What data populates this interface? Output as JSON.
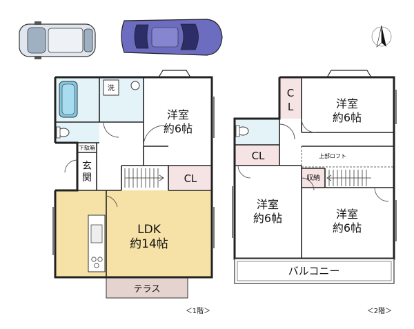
{
  "floor1": {
    "caption": "＜1階＞",
    "rooms": {
      "western1_name": "洋室",
      "western1_size": "約6帖",
      "ldk_name": "LDK",
      "ldk_size": "約14帖",
      "closet": "CL",
      "genkan_1": "玄",
      "genkan_2": "関",
      "shoe_box": "下駄箱",
      "washer": "洗",
      "terrace": "テラス"
    }
  },
  "floor2": {
    "caption": "＜2階＞",
    "rooms": {
      "western2_name": "洋室",
      "western2_size": "約6帖",
      "western3_name": "洋室",
      "western3_size": "約6帖",
      "western4_name": "洋室",
      "western4_size": "約6帖",
      "closet_a_1": "C",
      "closet_a_2": "L",
      "closet_b": "CL",
      "loft": "上部ロフト",
      "storage": "収納",
      "balcony": "バルコニー"
    }
  },
  "colors": {
    "ldk_floor": "#f6e1a6",
    "terrace_floor": "#e5d3cf",
    "closet_floor": "#f6e3e3",
    "wet_area_floor": "#e3f3f8",
    "tub": "#7fc6e0",
    "car_silver": "#dfe6ee",
    "car_purple": "#6c6cc0",
    "wall": "#222222"
  },
  "icons": [
    "north-compass-icon",
    "car-icon",
    "bathtub-icon",
    "toilet-icon",
    "kitchen-counter-icon",
    "stove-icon",
    "stairs-icon"
  ]
}
